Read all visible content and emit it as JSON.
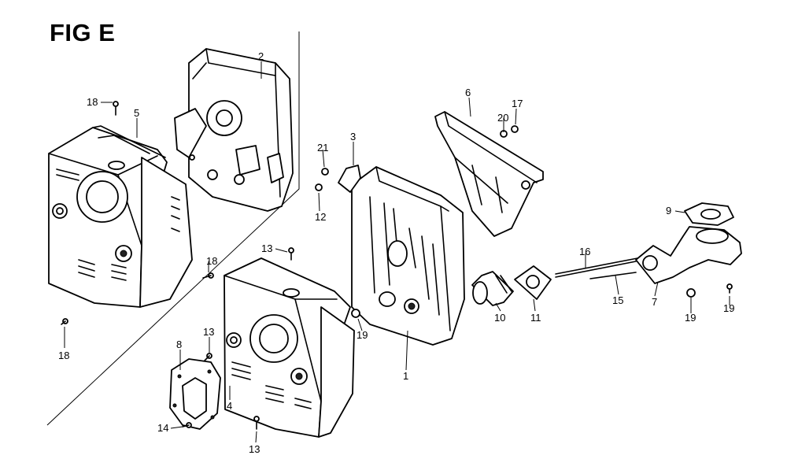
{
  "figure": {
    "title": "FIG E"
  },
  "callouts": [
    {
      "id": "c1",
      "label": "1"
    },
    {
      "id": "c2",
      "label": "2"
    },
    {
      "id": "c3",
      "label": "3"
    },
    {
      "id": "c4",
      "label": "4"
    },
    {
      "id": "c5",
      "label": "5"
    },
    {
      "id": "c6",
      "label": "6"
    },
    {
      "id": "c7",
      "label": "7"
    },
    {
      "id": "c8",
      "label": "8"
    },
    {
      "id": "c9",
      "label": "9"
    },
    {
      "id": "c10",
      "label": "10"
    },
    {
      "id": "c11",
      "label": "11"
    },
    {
      "id": "c12",
      "label": "12"
    },
    {
      "id": "c13a",
      "label": "13"
    },
    {
      "id": "c13b",
      "label": "13"
    },
    {
      "id": "c13c",
      "label": "13"
    },
    {
      "id": "c14",
      "label": "14"
    },
    {
      "id": "c15",
      "label": "15"
    },
    {
      "id": "c16",
      "label": "16"
    },
    {
      "id": "c17",
      "label": "17"
    },
    {
      "id": "c18a",
      "label": "18"
    },
    {
      "id": "c18b",
      "label": "18"
    },
    {
      "id": "c18c",
      "label": "18"
    },
    {
      "id": "c19a",
      "label": "19"
    },
    {
      "id": "c19b",
      "label": "19"
    },
    {
      "id": "c19c",
      "label": "19"
    },
    {
      "id": "c20",
      "label": "20"
    },
    {
      "id": "c21",
      "label": "21"
    }
  ]
}
